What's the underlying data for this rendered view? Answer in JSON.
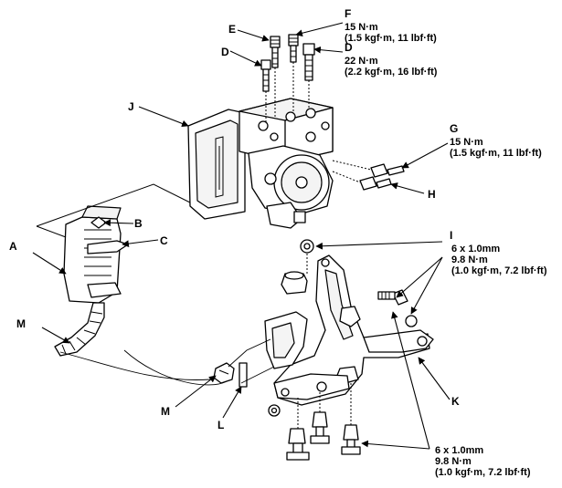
{
  "callouts": {
    "A": "A",
    "B": "B",
    "C": "C",
    "D_left": "D",
    "D_right": "D",
    "E": "E",
    "F": "F",
    "G": "G",
    "H": "H",
    "I": "I",
    "J": "J",
    "K": "K",
    "L": "L",
    "M_top": "M",
    "M_bottom": "M"
  },
  "specs": {
    "F": {
      "line1": "15 N·m",
      "line2": "(1.5 kgf·m, 11 lbf·ft)"
    },
    "D": {
      "line1": "22 N·m",
      "line2": "(2.2 kgf·m, 16 lbf·ft)"
    },
    "G": {
      "line1": "15 N·m",
      "line2": "(1.5 kgf·m, 11 lbf·ft)"
    },
    "I": {
      "line1": "6 x 1.0mm",
      "line2": "9.8 N·m",
      "line3": "(1.0 kgf·m, 7.2 lbf·ft)"
    },
    "bottom": {
      "line1": "6 x 1.0mm",
      "line2": "9.8 N·m",
      "line3": "(1.0 kgf·m, 7.2 lbf·ft)"
    }
  }
}
